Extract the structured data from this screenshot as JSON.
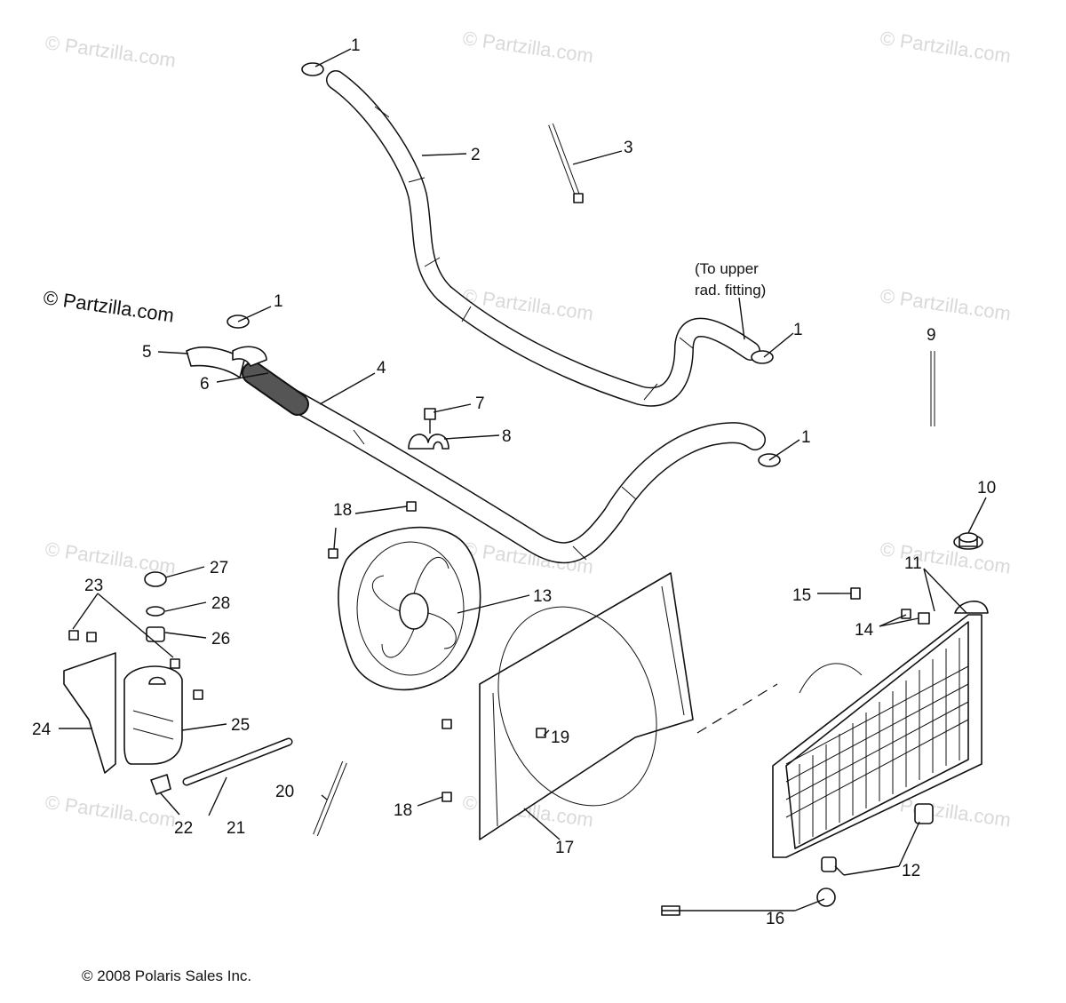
{
  "watermark": "© Partzilla.com",
  "logo_text": "© Partzilla.com",
  "note": {
    "line1": "(To upper",
    "line2": "rad. fitting)"
  },
  "copyright": "© 2008 Polaris Sales Inc.",
  "callouts": {
    "c1a": "1",
    "c1b": "1",
    "c1c": "1",
    "c1d": "1",
    "c2": "2",
    "c3": "3",
    "c4": "4",
    "c5": "5",
    "c6": "6",
    "c7": "7",
    "c8": "8",
    "c9": "9",
    "c10": "10",
    "c11": "11",
    "c12": "12",
    "c13": "13",
    "c14": "14",
    "c15": "15",
    "c16": "16",
    "c17": "17",
    "c18a": "18",
    "c18b": "18",
    "c19": "19",
    "c20": "20",
    "c21": "21",
    "c22": "22",
    "c23": "23",
    "c24": "24",
    "c25": "25",
    "c26": "26",
    "c27": "27",
    "c28": "28"
  }
}
